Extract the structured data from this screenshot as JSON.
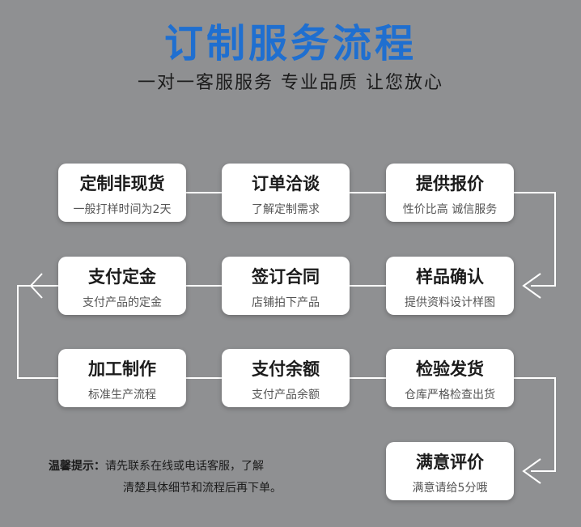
{
  "header": {
    "title": "订制服务流程",
    "subtitle": "一对一客服服务 专业品质 让您放心"
  },
  "steps": [
    {
      "title": "定制非现货",
      "desc": "一般打样时间为2天"
    },
    {
      "title": "订单洽谈",
      "desc": "了解定制需求"
    },
    {
      "title": "提供报价",
      "desc": "性价比高 诚信服务"
    },
    {
      "title": "样品确认",
      "desc": "提供资料设计样图"
    },
    {
      "title": "签订合同",
      "desc": "店铺拍下产品"
    },
    {
      "title": "支付定金",
      "desc": "支付产品的定金"
    },
    {
      "title": "加工制作",
      "desc": "标准生产流程"
    },
    {
      "title": "支付余额",
      "desc": "支付产品余额"
    },
    {
      "title": "检验发货",
      "desc": "仓库严格检查出货"
    },
    {
      "title": "满意评价",
      "desc": "满意请给5分哦"
    }
  ],
  "notice": {
    "label": "温馨提示：",
    "line1": "请先联系在线或电话客服，了解",
    "line2": "清楚具体细节和流程后再下单。"
  },
  "colors": {
    "background": "#8f9092",
    "title": "#1f6fd0",
    "card": "#ffffff",
    "connector": "#ffffff"
  }
}
